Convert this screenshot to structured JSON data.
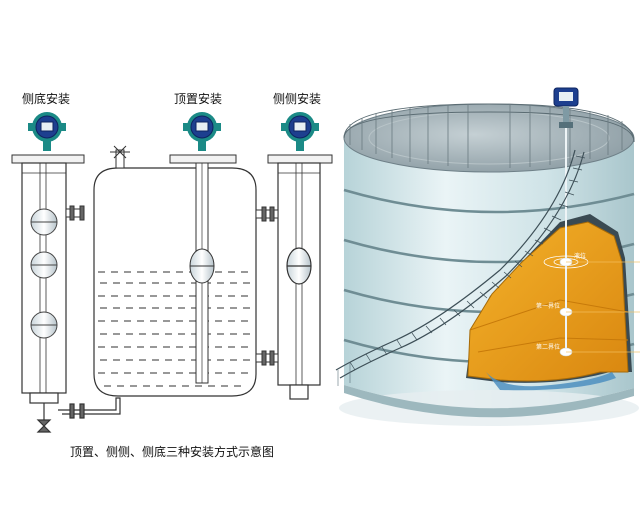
{
  "labels": {
    "side_bottom": "侧底安装",
    "top": "顶置安装",
    "side_side": "侧侧安装",
    "caption": "顶置、侧侧、侧底三种安装方式示意图"
  },
  "tank_labels": {
    "level": "液位",
    "interface_1": "第一界位",
    "interface_2": "第二界位"
  },
  "colors": {
    "transmitter_teal": "#1b8a86",
    "transmitter_blue": "#1d3f8f",
    "tank_wall": "#cfe6ea",
    "liquid_orange": "#f0a21a",
    "roof": "#a6b4ba"
  }
}
